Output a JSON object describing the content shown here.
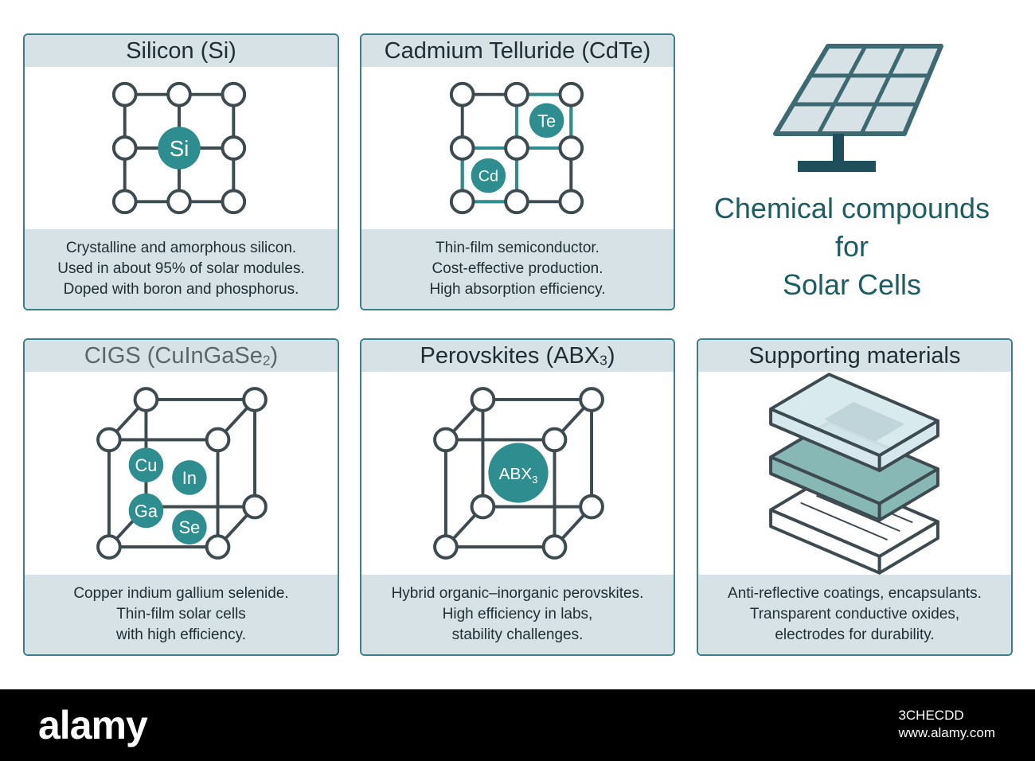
{
  "colors": {
    "teal": "#2e8d8f",
    "dark_teal": "#1b5d63",
    "outline": "#3d7f86",
    "band": "#d6e2e6",
    "line": "#3d4a50"
  },
  "headline": {
    "line1": "Chemical compounds",
    "line2": "for",
    "line3": "Solar Cells"
  },
  "icons": {
    "solar_panel": "solar-panel-icon",
    "layers": "layered-materials-icon"
  },
  "cards": {
    "silicon": {
      "title": "Silicon  (Si)",
      "atom": "Si",
      "lines": [
        "Crystalline and amorphous silicon.",
        "Used in about 95% of solar modules.",
        "Doped with boron and phosphorus."
      ]
    },
    "cdte": {
      "title": "Cadmium Telluride (CdTe)",
      "atoms": [
        "Te",
        "Cd"
      ],
      "lines": [
        "Thin-film semiconductor.",
        "Cost-effective production.",
        "High absorption efficiency."
      ]
    },
    "cigs": {
      "title_main": "CIGS (CuInGaSe",
      "title_sub": "2",
      "title_end": ")",
      "atoms": [
        "Cu",
        "In",
        "Ga",
        "Se"
      ],
      "lines": [
        "Copper indium gallium selenide.",
        "Thin-film solar cells",
        "with high efficiency."
      ]
    },
    "perovskites": {
      "title_main": "Perovskites (ABX",
      "title_sub": "3",
      "title_end": ")",
      "atom_main": "ABX",
      "atom_sub": "3",
      "lines": [
        "Hybrid organic–inorganic perovskites.",
        "High efficiency in labs,",
        "stability challenges."
      ]
    },
    "supporting": {
      "title": "Supporting materials",
      "lines": [
        "Anti-reflective coatings, encapsulants.",
        "Transparent conductive oxides,",
        "electrodes for durability."
      ]
    }
  },
  "footer": {
    "logo": "alamy",
    "image_id": "3CHECDD",
    "site": "www.alamy.com"
  }
}
